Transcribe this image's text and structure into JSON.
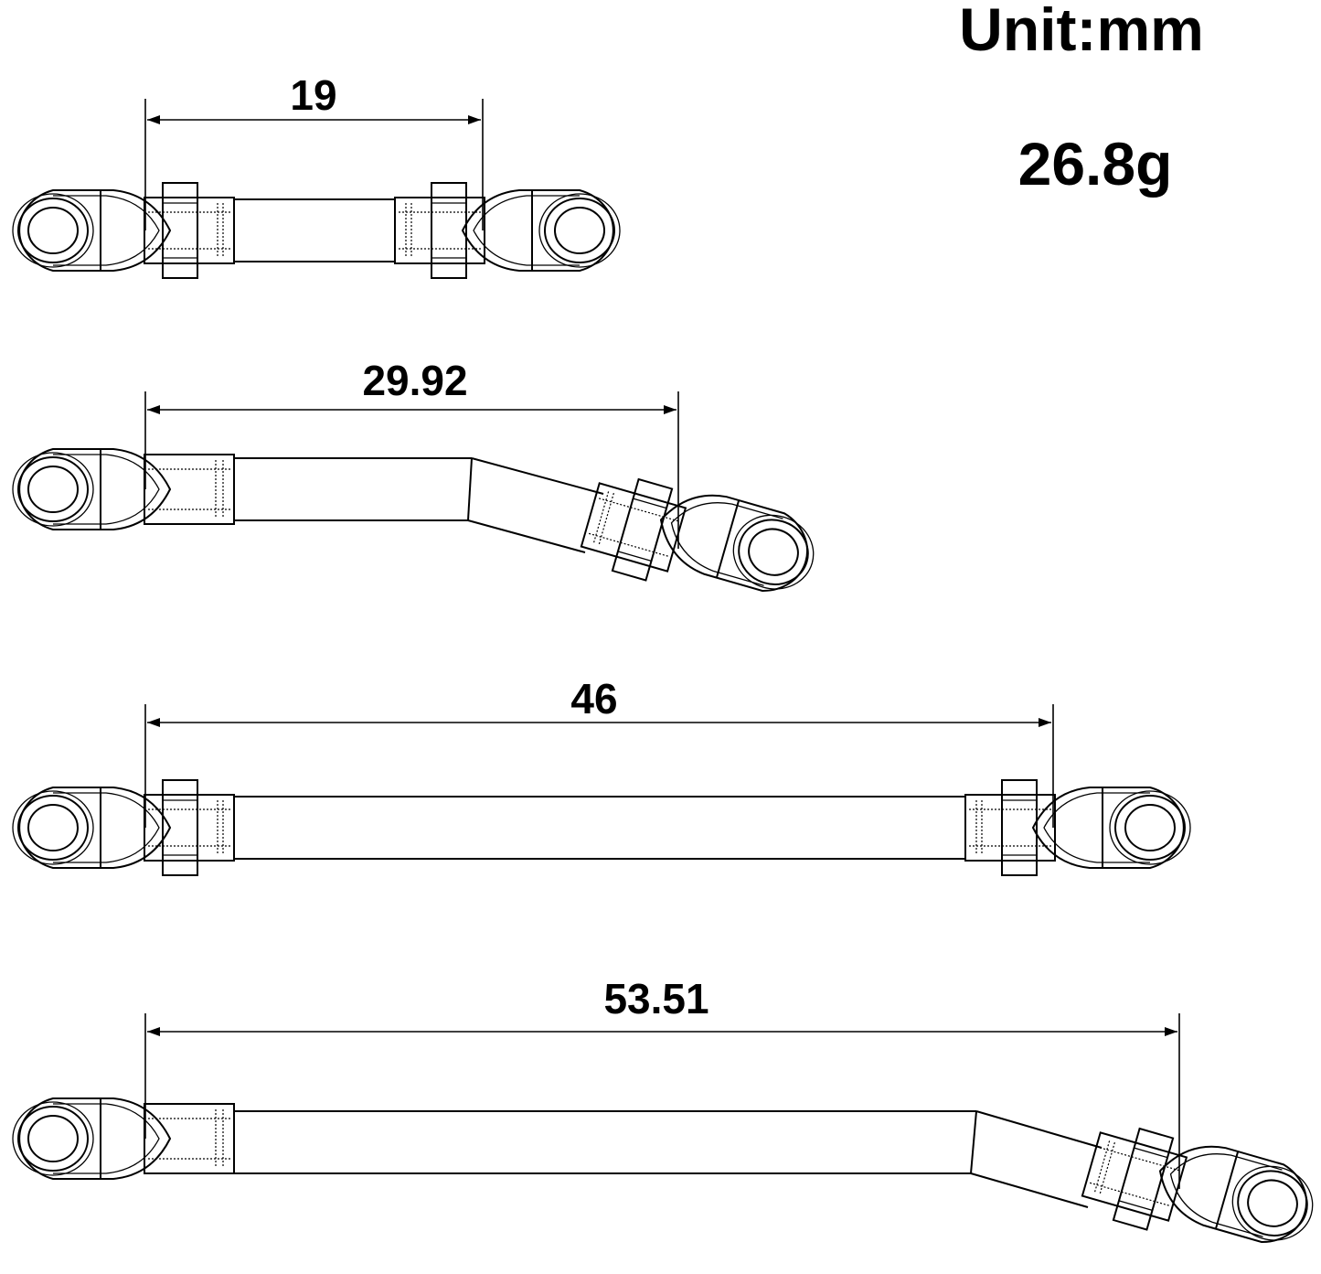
{
  "header": {
    "unit_label": "Unit:mm",
    "weight_label": "26.8g"
  },
  "links": [
    {
      "dimension": "19"
    },
    {
      "dimension": "29.92"
    },
    {
      "dimension": "46"
    },
    {
      "dimension": "53.51"
    }
  ]
}
